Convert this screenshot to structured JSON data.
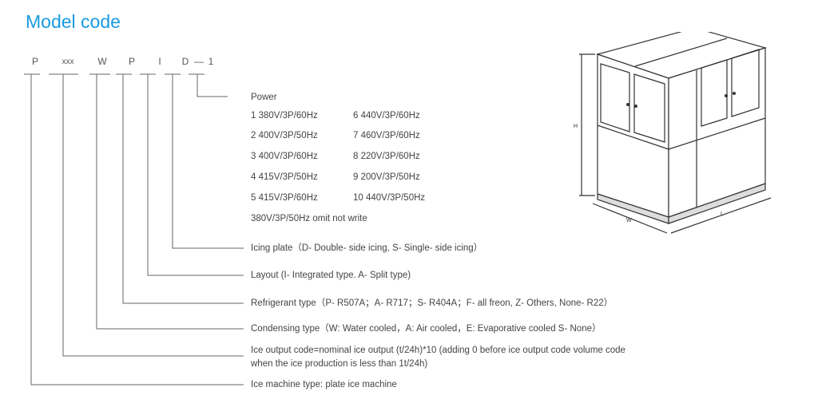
{
  "title": "Model code",
  "code_parts": [
    "P",
    "xxx",
    "W",
    "P",
    "I",
    "D",
    "—",
    "1"
  ],
  "power": {
    "label": "Power",
    "options_left": [
      "1  380V/3P/60Hz",
      "2  400V/3P/50Hz",
      "3  400V/3P/60Hz",
      "4  415V/3P/50Hz",
      "5  415V/3P/60Hz"
    ],
    "options_right": [
      "6  440V/3P/60Hz",
      "7  460V/3P/60Hz",
      "8  220V/3P/60Hz",
      "9  200V/3P/50Hz",
      "10 440V/3P/50Hz"
    ],
    "note": "380V/3P/50Hz omit not write"
  },
  "descriptions": {
    "icing_plate": "Icing plate（D- Double- side icing, S- Single- side icing）",
    "layout": "Layout (I- Integrated type. A- Split type)",
    "refrigerant": "Refrigerant type（P- R507A；A- R717；S- R404A；F- all freon, Z- Others, None- R22）",
    "condensing": "Condensing type（W: Water cooled，A: Air cooled，E: Evaporative cooled S- None）",
    "ice_output_1": "Ice output code=nominal ice output (t/24h)*10 (adding 0 before ice output code volume code",
    "ice_output_2": "when the ice production is less than 1t/24h)",
    "machine_type": "Ice machine type: plate ice machine"
  },
  "drawing": {
    "h": "H",
    "w": "W",
    "l": "L"
  }
}
